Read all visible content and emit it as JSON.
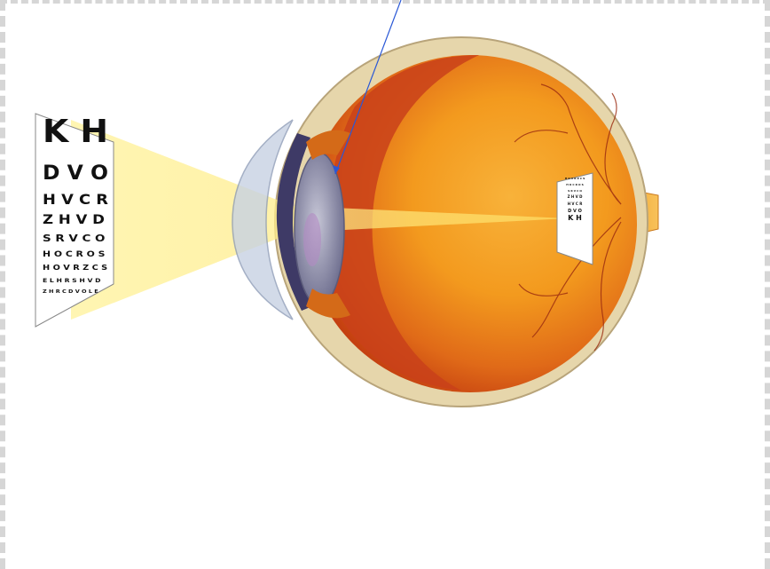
{
  "eye_chart": {
    "lines": [
      "K  H",
      "D V O",
      "H V C R",
      "Z H V D",
      "S R V C O",
      "H O C R O S",
      "H O V R Z C S",
      "E L H R S H V D",
      "Z H R C D V O L E"
    ]
  },
  "retinal_image": {
    "lines": [
      "K  H",
      "D V O",
      "H V C R",
      "Z H V D",
      "S R V C O",
      "H O C R O S",
      "H O V R Z C S"
    ]
  },
  "colors": {
    "light_beam": "#fff07a",
    "eyeball_outer": "#f5a81c",
    "eyeball_inner": "#e8701a",
    "choroid": "#c83b12",
    "sclera": "#e9d8a8",
    "cornea": "#b9c6d9",
    "lens": "#8a8aa8",
    "pointer_line": "#2a58d6",
    "optic_nerve": "#f6b23a"
  }
}
